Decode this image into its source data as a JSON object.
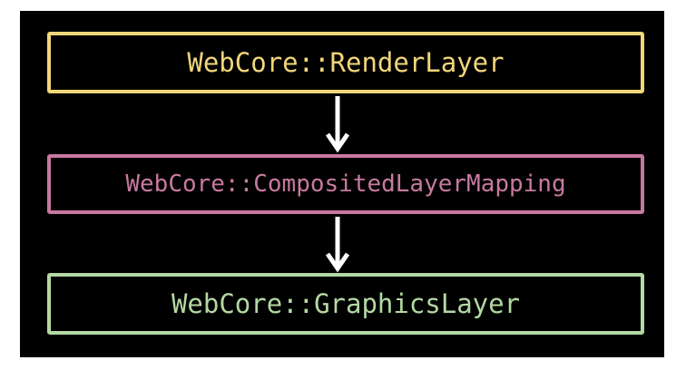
{
  "diagram": {
    "nodes": [
      {
        "id": "render-layer",
        "label": "WebCore::RenderLayer",
        "color": "#f2d67a"
      },
      {
        "id": "composited-layer-mapping",
        "label": "WebCore::CompositedLayerMapping",
        "color": "#c7799f"
      },
      {
        "id": "graphics-layer",
        "label": "WebCore::GraphicsLayer",
        "color": "#b4d8a3"
      }
    ],
    "edges": [
      {
        "from": "render-layer",
        "to": "composited-layer-mapping"
      },
      {
        "from": "composited-layer-mapping",
        "to": "graphics-layer"
      }
    ],
    "background": "#000000",
    "arrow_color": "#ffffff"
  }
}
